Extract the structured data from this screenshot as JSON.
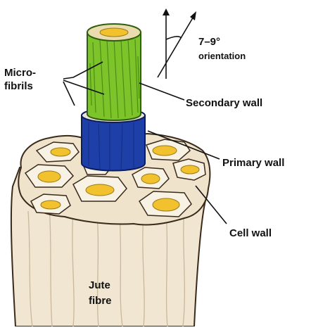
{
  "labels": {
    "microfibrils_line1": "Micro-",
    "microfibrils_line2": "fibrils",
    "angle": "7–9°",
    "orientation": "orientation",
    "secondary_wall": "Secondary wall",
    "primary_wall": "Primary wall",
    "cell_wall": "Cell wall",
    "jute_line1": "Jute",
    "jute_line2": "fibre"
  },
  "colors": {
    "secondary_wall": "#7cc42a",
    "primary_wall": "#1f3fa8",
    "lumen": "#f2c12e",
    "fibre_body": "#f1e6d2",
    "outline": "#3a2a1a"
  }
}
